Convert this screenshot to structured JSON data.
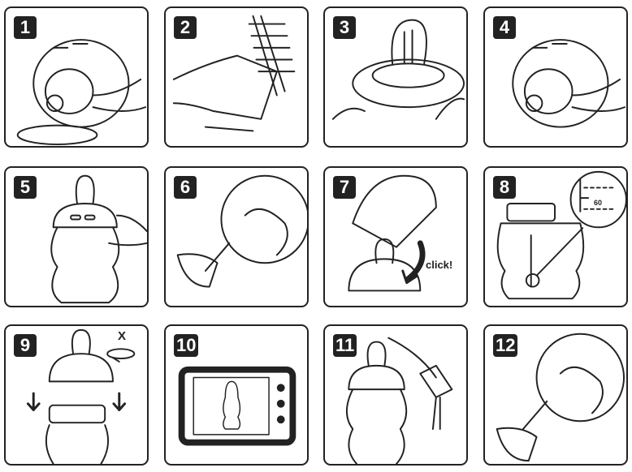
{
  "steps": [
    {
      "number": "1"
    },
    {
      "number": "2"
    },
    {
      "number": "3"
    },
    {
      "number": "4"
    },
    {
      "number": "5"
    },
    {
      "number": "6"
    },
    {
      "number": "7",
      "annotation": "click!"
    },
    {
      "number": "8",
      "annotation": "60"
    },
    {
      "number": "9",
      "annotation": "X"
    },
    {
      "number": "10"
    },
    {
      "number": "11"
    },
    {
      "number": "12"
    }
  ]
}
